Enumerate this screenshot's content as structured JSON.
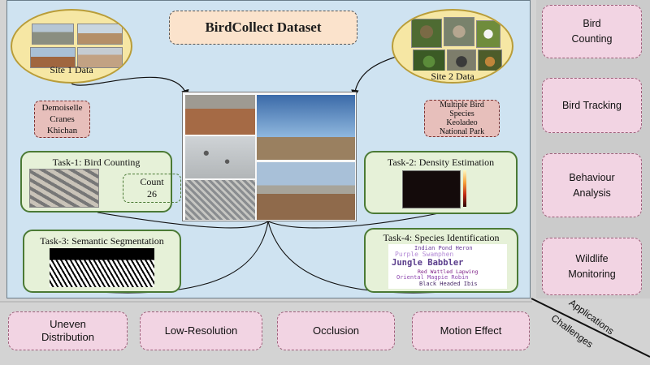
{
  "title": "BirdCollect Dataset",
  "sites": {
    "site1": {
      "label": "Site 1 Data",
      "description": [
        "Demoiselle",
        "Cranes",
        "Khichan"
      ]
    },
    "site2": {
      "label": "Site 2 Data",
      "description": [
        "Multiple Bird",
        "Species",
        "Keoladeo",
        "National Park"
      ]
    }
  },
  "tasks": {
    "task1": {
      "title": "Task-1: Bird Counting",
      "count_label": "Count",
      "count_value": "26"
    },
    "task2": {
      "title": "Task-2: Density Estimation"
    },
    "task3": {
      "title": "Task-3: Semantic Segmentation"
    },
    "task4": {
      "title": "Task-4: Species Identification",
      "wordcloud": [
        "Indian Pond Heron",
        "Purple Swamphen",
        "Jungle Babbler",
        "Red Wattled Lapwing",
        "Oriental Magpie Robin",
        "Black Headed Ibis"
      ]
    }
  },
  "applications": {
    "label": "Applications",
    "items": [
      [
        "Bird",
        "Counting"
      ],
      [
        "Bird Tracking"
      ],
      [
        "Behaviour",
        "Analysis"
      ],
      [
        "Wildlife",
        "Monitoring"
      ]
    ]
  },
  "challenges": {
    "label": "Challenges",
    "items": [
      [
        "Uneven",
        "Distribution"
      ],
      [
        "Low-Resolution"
      ],
      [
        "Occlusion"
      ],
      [
        "Motion Effect"
      ]
    ]
  },
  "colors": {
    "main_panel": "#cfe3f1",
    "task_fill": "#e6f1d8",
    "task_border": "#4b7a35",
    "site_fill": "#f6e7a4",
    "pink_box": "#e7bfbb",
    "app_box": "#f2d4e3",
    "title_box": "#fbe3cc"
  }
}
